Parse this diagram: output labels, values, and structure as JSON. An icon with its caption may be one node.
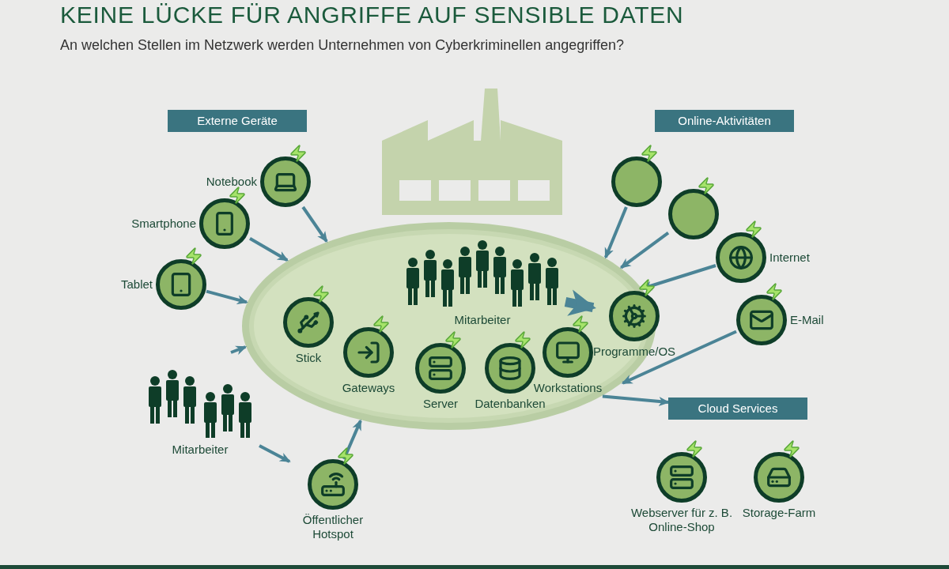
{
  "diagram": {
    "title": "KEINE LÜCKE FÜR ANGRIFFE AUF SENSIBLE DATEN",
    "caption": "An welchen Stellen im Netzwerk werden Unternehmen von Cyberkriminellen angegriffen?",
    "nodes": [
      {
        "text": [],
        "shape": "ellipse"
      },
      {
        "text": [
          "Externe Geräte"
        ]
      },
      {
        "text": [
          "Notebook"
        ]
      },
      {
        "text": [
          "Smartphone"
        ]
      },
      {
        "text": [
          "Tablet"
        ]
      },
      {
        "text": [
          "Online-Aktivitäten"
        ]
      },
      {
        "text": [],
        "shape": "circle"
      },
      {
        "text": [],
        "shape": "circle"
      },
      {
        "text": [
          "Internet"
        ]
      },
      {
        "text": [
          "E-Mail"
        ]
      },
      {
        "text": [
          "Mitarbeiter"
        ],
        "in": 0
      },
      {
        "text": [
          "Stick"
        ],
        "in": 0
      },
      {
        "text": [
          "Gateways"
        ],
        "in": 0
      },
      {
        "text": [
          "Server"
        ],
        "in": 0
      },
      {
        "text": [
          "Datenbanken"
        ],
        "in": 0
      },
      {
        "text": [
          "Workstations"
        ],
        "in": 0
      },
      {
        "text": [
          "Programme/OS"
        ],
        "in": 0
      },
      {
        "text": [
          "Mitarbeiter"
        ]
      },
      {
        "text": [
          "Öffentlicher Hotspot"
        ]
      },
      {
        "text": [
          "Cloud Services"
        ]
      },
      {
        "text": [
          "Webserver für z. B. Online-Shop"
        ]
      },
      {
        "text": [
          "Storage-Farm"
        ]
      }
    ],
    "edges": [
      {
        "from": 2,
        "to": 0,
        "arrow": "to"
      },
      {
        "from": 3,
        "to": 0,
        "arrow": "to"
      },
      {
        "from": 4,
        "to": 0,
        "arrow": "to"
      },
      {
        "from": 6,
        "to": 0,
        "arrow": "to"
      },
      {
        "from": 7,
        "to": 0,
        "arrow": "to"
      },
      {
        "from": 8,
        "to": 0,
        "arrow": "to"
      },
      {
        "from": 9,
        "to": 0,
        "arrow": "to"
      },
      {
        "from": null,
        "to": 0,
        "arrow": "to"
      },
      {
        "from": 17,
        "to": 18,
        "arrow": "to"
      },
      {
        "from": 18,
        "to": 0,
        "arrow": "to"
      },
      {
        "from": 0,
        "to": 19,
        "arrow": "to"
      },
      {
        "from": 10,
        "to": 16,
        "arrow": "to",
        "style": "thick"
      }
    ]
  }
}
